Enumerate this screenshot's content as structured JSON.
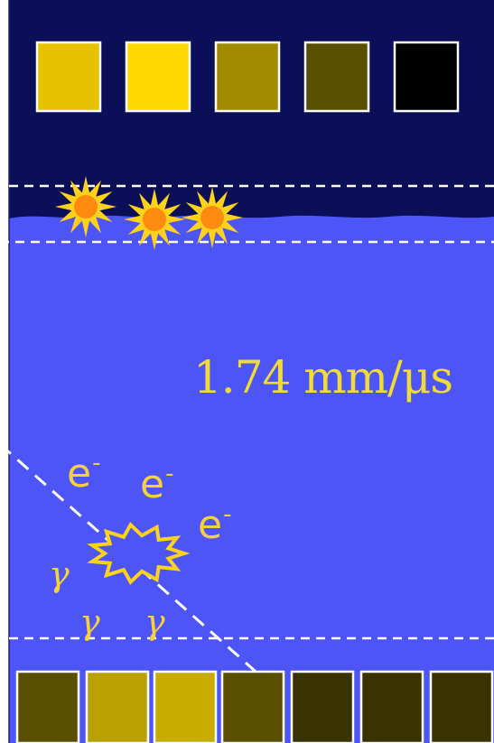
{
  "labels": {
    "speed": "1.74 mm/μs",
    "electron_symbol": "e",
    "electron_charge": "-",
    "gamma": "γ"
  },
  "colors": {
    "dark_background": "#0b0f57",
    "fluid": "#4d55f7",
    "dashed_line": "#ffffff",
    "text": "#f2dc32",
    "star_outer": "#ffd21a",
    "star_core": "#ff8a10",
    "top_squares": [
      "#e6c200",
      "#ffd800",
      "#a08a00",
      "#585000",
      "#000000"
    ],
    "bottom_squares": [
      "#5a4f00",
      "#bba100",
      "#c8ad00",
      "#5a4f00",
      "#3a3200",
      "#3a3200",
      "#3a3200"
    ]
  },
  "icons": [
    "sun-burst-icon",
    "explosion-icon"
  ]
}
